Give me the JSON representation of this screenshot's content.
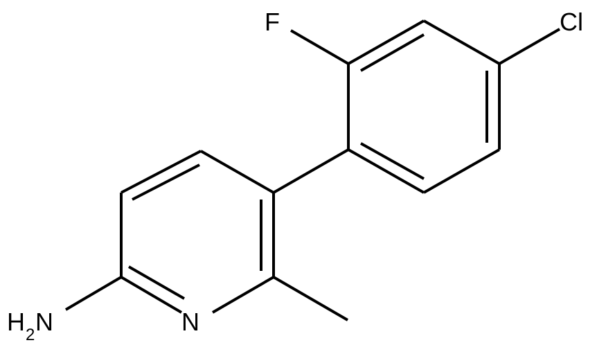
{
  "molecule": {
    "atoms": {
      "fluorine": "F",
      "chlorine": "Cl",
      "nitrogen": "N",
      "amine_h": "H",
      "amine_sub": "2",
      "amine_n": "N"
    }
  }
}
